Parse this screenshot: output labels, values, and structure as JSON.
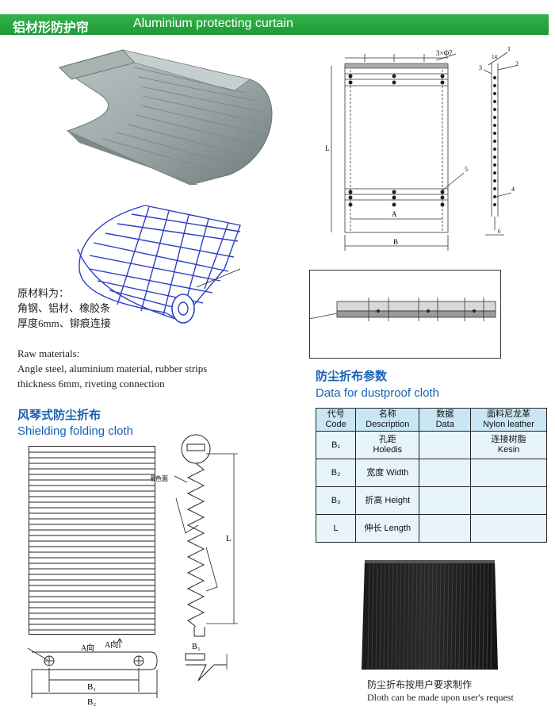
{
  "header": {
    "title_cn": "铝材形防护帘",
    "title_en": "Aluminium protecting curtain"
  },
  "raw_materials": {
    "cn_line1": "原材料为：",
    "cn_line2": "角钢、铝材、橡胶条",
    "cn_line3": "厚度6mm、铆痕连接",
    "en_line1": "Raw materials:",
    "en_line2": "Angle steel, aluminium material, rubber strips",
    "en_line3": "thickness 6mm, riveting connection"
  },
  "curtain_drawing": {
    "label_holes": "3×Φ7",
    "label_L": "L",
    "label_A": "A",
    "label_B": "B",
    "callouts": [
      "1",
      "2",
      "3",
      "4",
      "5"
    ],
    "dim_14": "14",
    "dim_6": "6"
  },
  "dustproof": {
    "title_cn": "防尘折布参数",
    "title_en": "Data for dustproof cloth",
    "headers": [
      {
        "cn": "代号",
        "en": "Code"
      },
      {
        "cn": "名称",
        "en": "Description"
      },
      {
        "cn": "数据",
        "en": "Data"
      },
      {
        "cn": "面料尼龙革",
        "en": "Nylon leather"
      }
    ],
    "rows": [
      {
        "code": "B₁",
        "desc_cn": "孔距",
        "desc_en": "Holedis",
        "data": "",
        "nylon_cn": "连接树脂",
        "nylon_en": "Kesin"
      },
      {
        "code": "B₂",
        "desc": "宽度  Width",
        "data": "",
        "nylon": ""
      },
      {
        "code": "B₃",
        "desc": "折高  Height",
        "data": "",
        "nylon": ""
      },
      {
        "code": "L",
        "desc": "伸长  Length",
        "data": "",
        "nylon": ""
      }
    ]
  },
  "folding": {
    "title_cn": "风琴式防尘折布",
    "title_en": "Shielding folding cloth",
    "label_black": "黑色面",
    "label_L": "L",
    "label_B3": "B₃",
    "label_a_dir": "A向",
    "label_a_dir2": "A向",
    "label_B1": "B₁",
    "label_B2": "B₂"
  },
  "photo_caption": {
    "cn": "防尘折布按用户要求制作",
    "en": "Dloth can be made upon user's request"
  }
}
